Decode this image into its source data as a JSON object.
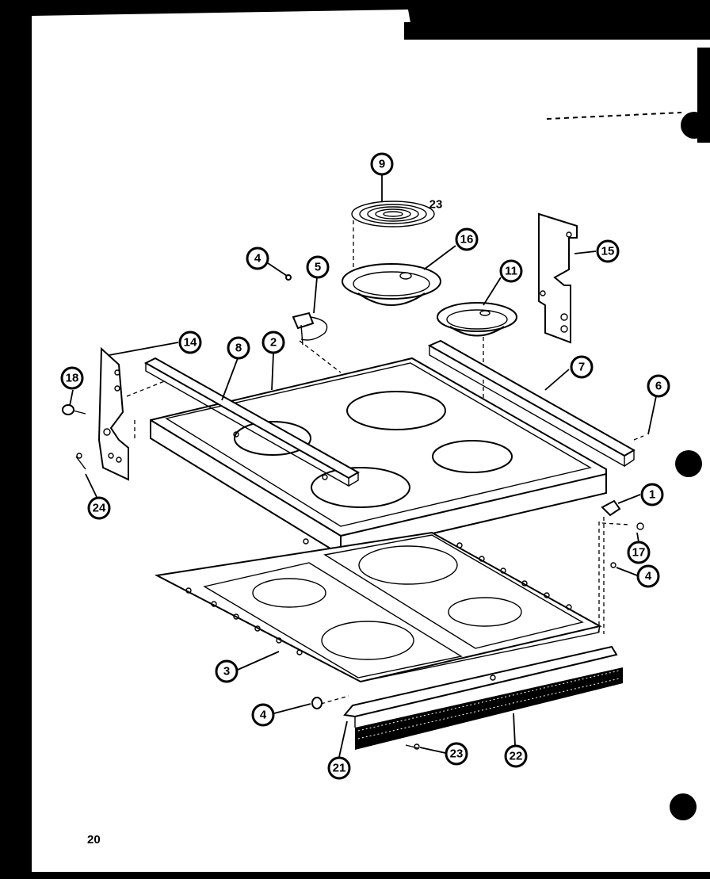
{
  "page": {
    "number": "20"
  },
  "callouts": [
    {
      "id": "c9",
      "label": "9"
    },
    {
      "id": "c16",
      "label": "16"
    },
    {
      "id": "c4a",
      "label": "4"
    },
    {
      "id": "c5",
      "label": "5"
    },
    {
      "id": "c11",
      "label": "11"
    },
    {
      "id": "c15",
      "label": "15"
    },
    {
      "id": "c14",
      "label": "14"
    },
    {
      "id": "c8",
      "label": "8"
    },
    {
      "id": "c2",
      "label": "2"
    },
    {
      "id": "c7",
      "label": "7"
    },
    {
      "id": "c6",
      "label": "6"
    },
    {
      "id": "c18",
      "label": "18"
    },
    {
      "id": "c24",
      "label": "24"
    },
    {
      "id": "c1",
      "label": "1"
    },
    {
      "id": "c17",
      "label": "17"
    },
    {
      "id": "c4b",
      "label": "4"
    },
    {
      "id": "c3",
      "label": "3"
    },
    {
      "id": "c4c",
      "label": "4"
    },
    {
      "id": "c23",
      "label": "23"
    },
    {
      "id": "c22",
      "label": "22"
    },
    {
      "id": "c21",
      "label": "21"
    }
  ],
  "element_label": "23"
}
